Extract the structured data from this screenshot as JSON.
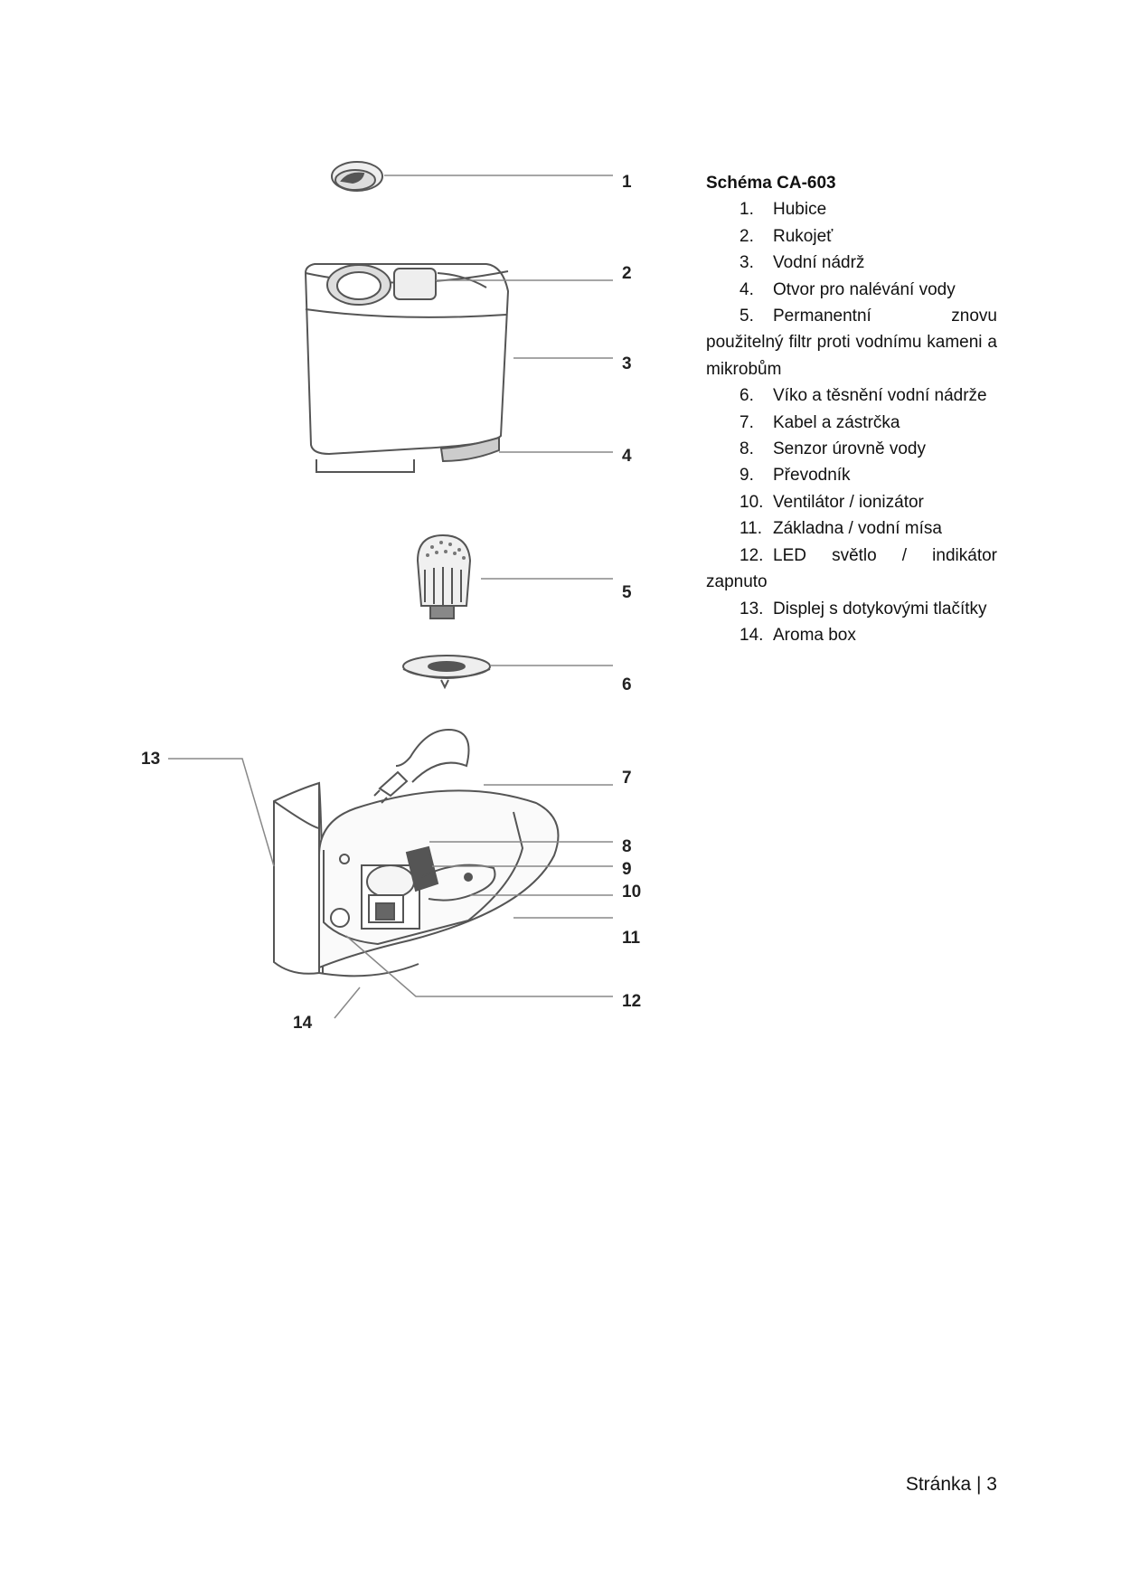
{
  "parts_list": {
    "title": "Schéma CA-603",
    "items": [
      {
        "num": "1.",
        "label": "Hubice"
      },
      {
        "num": "2.",
        "label": "Rukojeť"
      },
      {
        "num": "3.",
        "label": "Vodní nádrž"
      },
      {
        "num": "4.",
        "label": "Otvor pro nalévání vody"
      },
      {
        "num": "5.",
        "label": "Permanentní znovu použitelný filtr proti vodnímu kameni a mikrobům"
      },
      {
        "num": "6.",
        "label": "Víko a těsnění vodní nádrže"
      },
      {
        "num": "7.",
        "label": "Kabel a zástrčka"
      },
      {
        "num": "8.",
        "label": "Senzor úrovně vody"
      },
      {
        "num": "9.",
        "label": "Převodník"
      },
      {
        "num": "10.",
        "label": "Ventilátor / ionizátor"
      },
      {
        "num": "11.",
        "label": "Základna / vodní mísa"
      },
      {
        "num": "12.",
        "label": "LED světlo / indikátor zapnuto"
      },
      {
        "num": "13.",
        "label": "Displej s dotykovými tlačítky"
      },
      {
        "num": "14.",
        "label": "Aroma box"
      }
    ]
  },
  "callouts": [
    "1",
    "2",
    "3",
    "4",
    "5",
    "6",
    "7",
    "8",
    "9",
    "10",
    "11",
    "12",
    "13",
    "14"
  ],
  "footer": {
    "page_label": "Stránka | 3"
  }
}
